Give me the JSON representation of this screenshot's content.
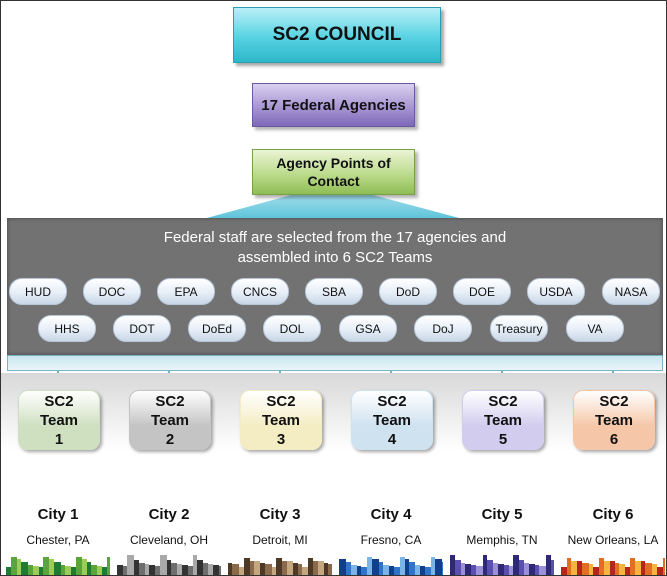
{
  "council": "SC2 COUNCIL",
  "agencies_box": "17 Federal Agencies",
  "poc_box": "Agency Points of Contact",
  "panel_text": "Federal staff are selected from the 17 agencies and assembled into 6 SC2 Teams",
  "agencies_row1": [
    "HUD",
    "DOC",
    "EPA",
    "CNCS",
    "SBA",
    "DoD",
    "DOE",
    "USDA",
    "NASA"
  ],
  "agencies_row2": [
    "HHS",
    "DOT",
    "DoEd",
    "DOL",
    "GSA",
    "DoJ",
    "Treasury",
    "VA"
  ],
  "teams": [
    {
      "label": "SC2 Team 1",
      "city": "City 1",
      "place": "Chester, PA",
      "color": "#cfe0c0",
      "skyline": [
        "#1f7a32",
        "#5aa43c",
        "#9bcc55"
      ]
    },
    {
      "label": "SC2 Team 2",
      "city": "City 2",
      "place": "Cleveland, OH",
      "color": "#c4c4c4",
      "skyline": [
        "#333333",
        "#6e6e6e",
        "#a9a9a9"
      ]
    },
    {
      "label": "SC2 Team 3",
      "city": "City 3",
      "place": "Detroit, MI",
      "color": "#f4edc4",
      "skyline": [
        "#4d3926",
        "#8a6a4a",
        "#c5a77f"
      ]
    },
    {
      "label": "SC2 Team 4",
      "city": "City 4",
      "place": "Fresno, CA",
      "color": "#cfe2f0",
      "skyline": [
        "#123f8c",
        "#2f74c8",
        "#7bb4e6"
      ]
    },
    {
      "label": "SC2 Team 5",
      "city": "City 5",
      "place": "Memphis, TN",
      "color": "#d2cdef",
      "skyline": [
        "#2f2875",
        "#5a4fb0",
        "#9b8fd8"
      ]
    },
    {
      "label": "SC2 Team 6",
      "city": "City 6",
      "place": "New Orleans, LA",
      "color": "#f5c7a8",
      "skyline": [
        "#b3261e",
        "#e46d24",
        "#f5b340"
      ]
    }
  ]
}
